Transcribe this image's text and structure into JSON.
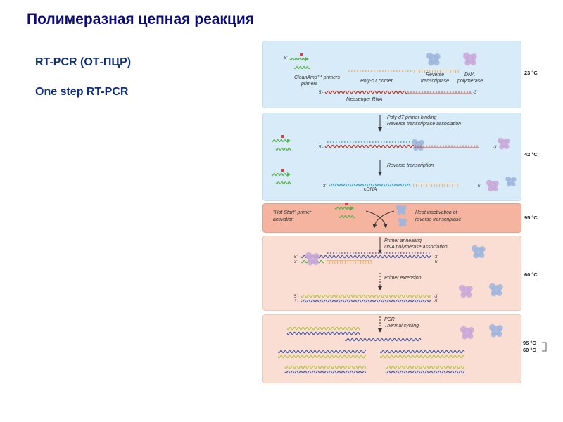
{
  "title": "Полимеразная цепная реакция",
  "subtitle1": "RT-PCR (ОТ-ПЦР)",
  "subtitle2": "One step RT-PCR",
  "diagram": {
    "cleanamp_primers": "CleanAmp™ primers",
    "polydt_primer": "Poly-dT primer",
    "reverse_transcriptase": "Reverse transcriptase",
    "dna_polymerase": "DNA polymerase",
    "messenger_rna": "Messenger RNA",
    "step_polydt_binding": "Poly-dT primer binding",
    "step_rt_association": "Reverse transcriptase association",
    "step_reverse_transcription": "Reverse transcription",
    "cdna": "cDNA",
    "hot_start_1": "\"Hot Start\" primer",
    "hot_start_2": "activation",
    "heat_inact_1": "Heat inactivation of",
    "heat_inact_2": "reverse transcriptase",
    "step_primer_annealing": "Primer annealing",
    "step_pol_association": "DNA polymerase association",
    "step_primer_extension": "Primer extension",
    "step_pcr": "PCR",
    "step_thermal_cycling": "Thermal cycling",
    "polya": "AAAAAAAAAAAAAAAAAAAAAAA",
    "polyt": "TTTTTTTTTTTTTTTTTT",
    "end5": "5'-",
    "end3": "3'-",
    "end5r": "-5'",
    "end3r": "-3'",
    "temp_23": "23 °C",
    "temp_42": "42 °C",
    "temp_95": "95 °C",
    "temp_60": "60 °C",
    "temp_cycle_95": "95 °C",
    "temp_cycle_60": "60 °C"
  },
  "colors": {
    "title": "#0b0b7a",
    "rna": "#c0392b",
    "cdna": "#3a9fb5",
    "primer_green": "#5ab24a",
    "polyt_orange": "#f2a23a",
    "dna_blue": "#4a5ea8",
    "dna_yellow": "#b6c84a",
    "enzyme_rt": "#9db5dc",
    "enzyme_pol": "#c8a8d8"
  }
}
